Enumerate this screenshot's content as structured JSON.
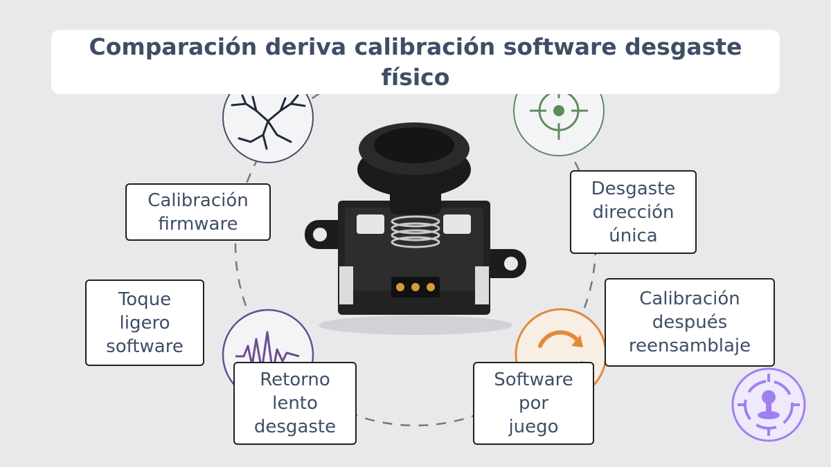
{
  "title": "Comparación deriva calibración software desgaste físico",
  "labels": {
    "calibracion_firmware": "Calibración\nfirmware",
    "toque_ligero": "Toque\nligero\nsoftware",
    "retorno_lento": "Retorno\nlento\ndesgaste",
    "software_por_juego": "Software\npor\njuego",
    "calibracion_reensamblaje": "Calibración\ndespués\nreensamblaje",
    "desgaste_direccion": "Desgaste\ndirección\núnica"
  },
  "icons": {
    "top_left": "cracked-surface-icon",
    "top_right": "crosshair-target-icon",
    "bottom_left": "waveform-icon",
    "bottom_right": "refresh-arrows-icon",
    "corner": "joystick-target-icon"
  },
  "colors": {
    "title_text": "#3e4e66",
    "label_text": "#3e4e66",
    "crack_icon": "#3e4e66",
    "target_icon": "#5e8b5e",
    "wave_icon": "#6a4d8f",
    "refresh_icon": "#e08a3a",
    "corner_icon": "#a07ff0"
  }
}
